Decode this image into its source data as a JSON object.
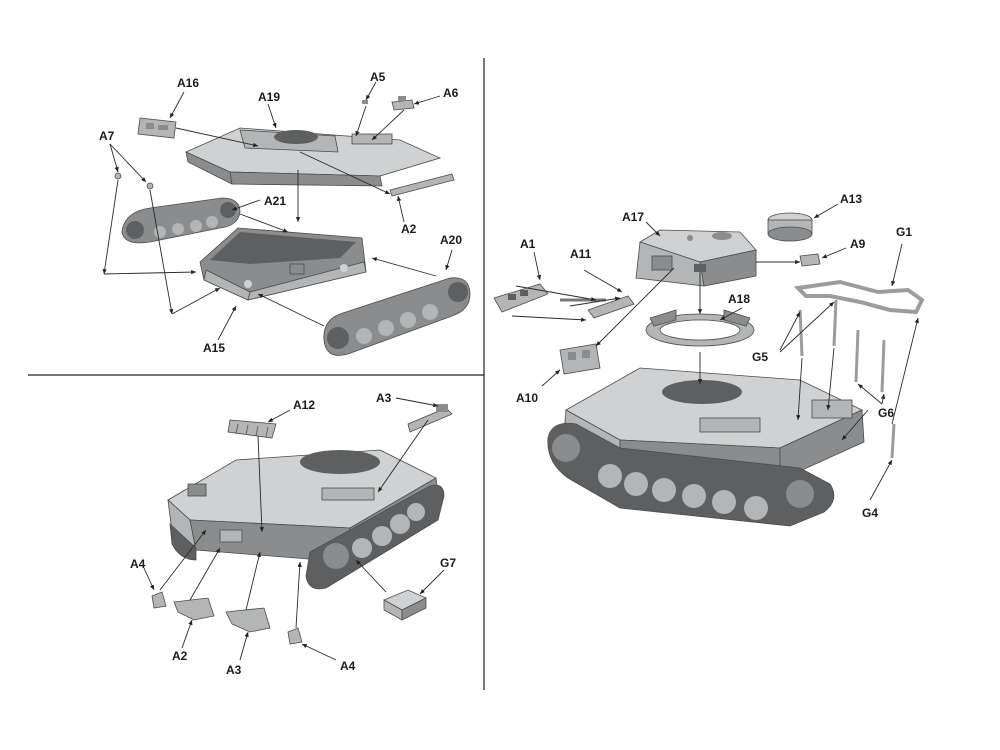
{
  "labels": {
    "a16": "A16",
    "a19": "A19",
    "a5_top": "A5",
    "a6": "A6",
    "a7": "A7",
    "a21": "A21",
    "a2_top": "A2",
    "a20": "A20",
    "a15": "A15",
    "a12": "A12",
    "a3_top": "A3",
    "a4_left": "A4",
    "a2_bottom": "A2",
    "a3_bottom": "A3",
    "a4_bottom": "A4",
    "g7": "G7",
    "a17": "A17",
    "a13": "A13",
    "a1": "A1",
    "a11": "A11",
    "a9": "A9",
    "g1": "G1",
    "a18": "A18",
    "g5": "G5",
    "a10": "A10",
    "g6": "G6",
    "g4": "G4"
  }
}
